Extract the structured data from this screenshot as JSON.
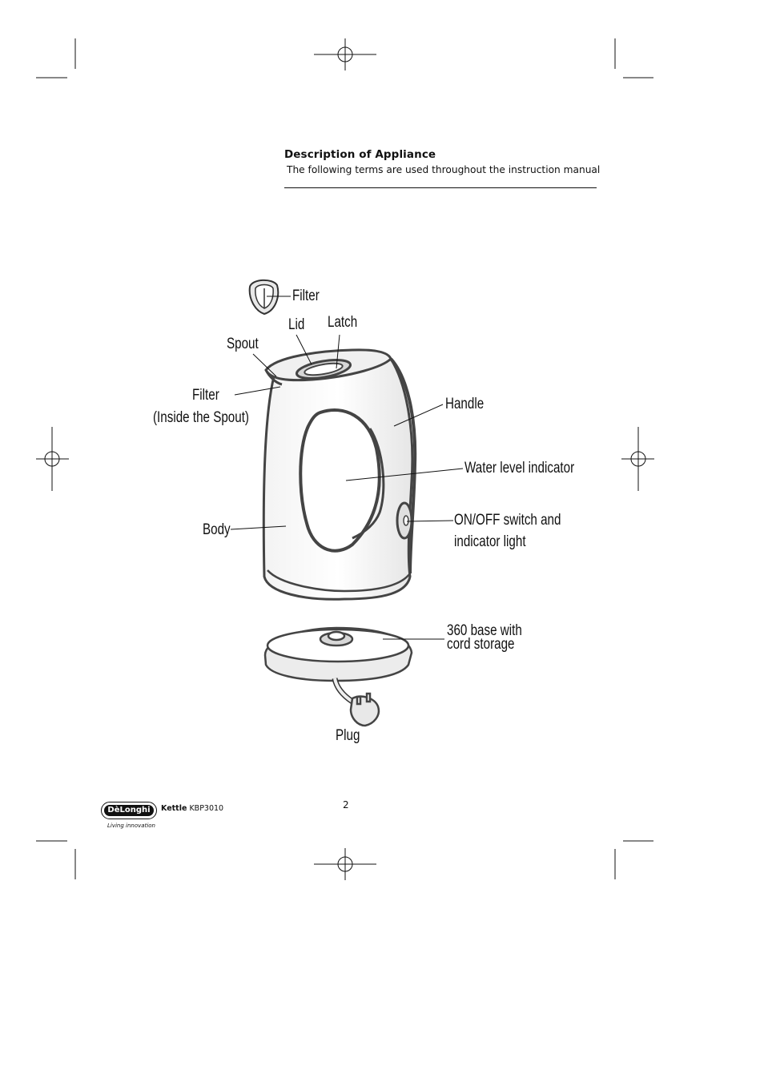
{
  "header": {
    "title": "Description of Appliance",
    "subtitle": "The following terms are used throughout the instruction manual"
  },
  "diagram": {
    "labels": {
      "filter_top": "Filter",
      "lid": "Lid",
      "latch": "Latch",
      "spout": "Spout",
      "filter_spout_line1": "Filter",
      "filter_spout_line2": "(Inside  the  Spout)",
      "handle": "Handle",
      "water_level": "Water  level  indicator",
      "body": "Body",
      "switch_line1": "ON/OFF  switch  and",
      "switch_line2": "indicator  light",
      "base_line1": "360  base  with",
      "base_line2": "cord  storage",
      "plug": "Plug"
    }
  },
  "footer": {
    "brand": "DèLonghi",
    "tagline": "Living innovation",
    "product": "Kettle",
    "model": "KBP3010",
    "page_number": "2"
  }
}
